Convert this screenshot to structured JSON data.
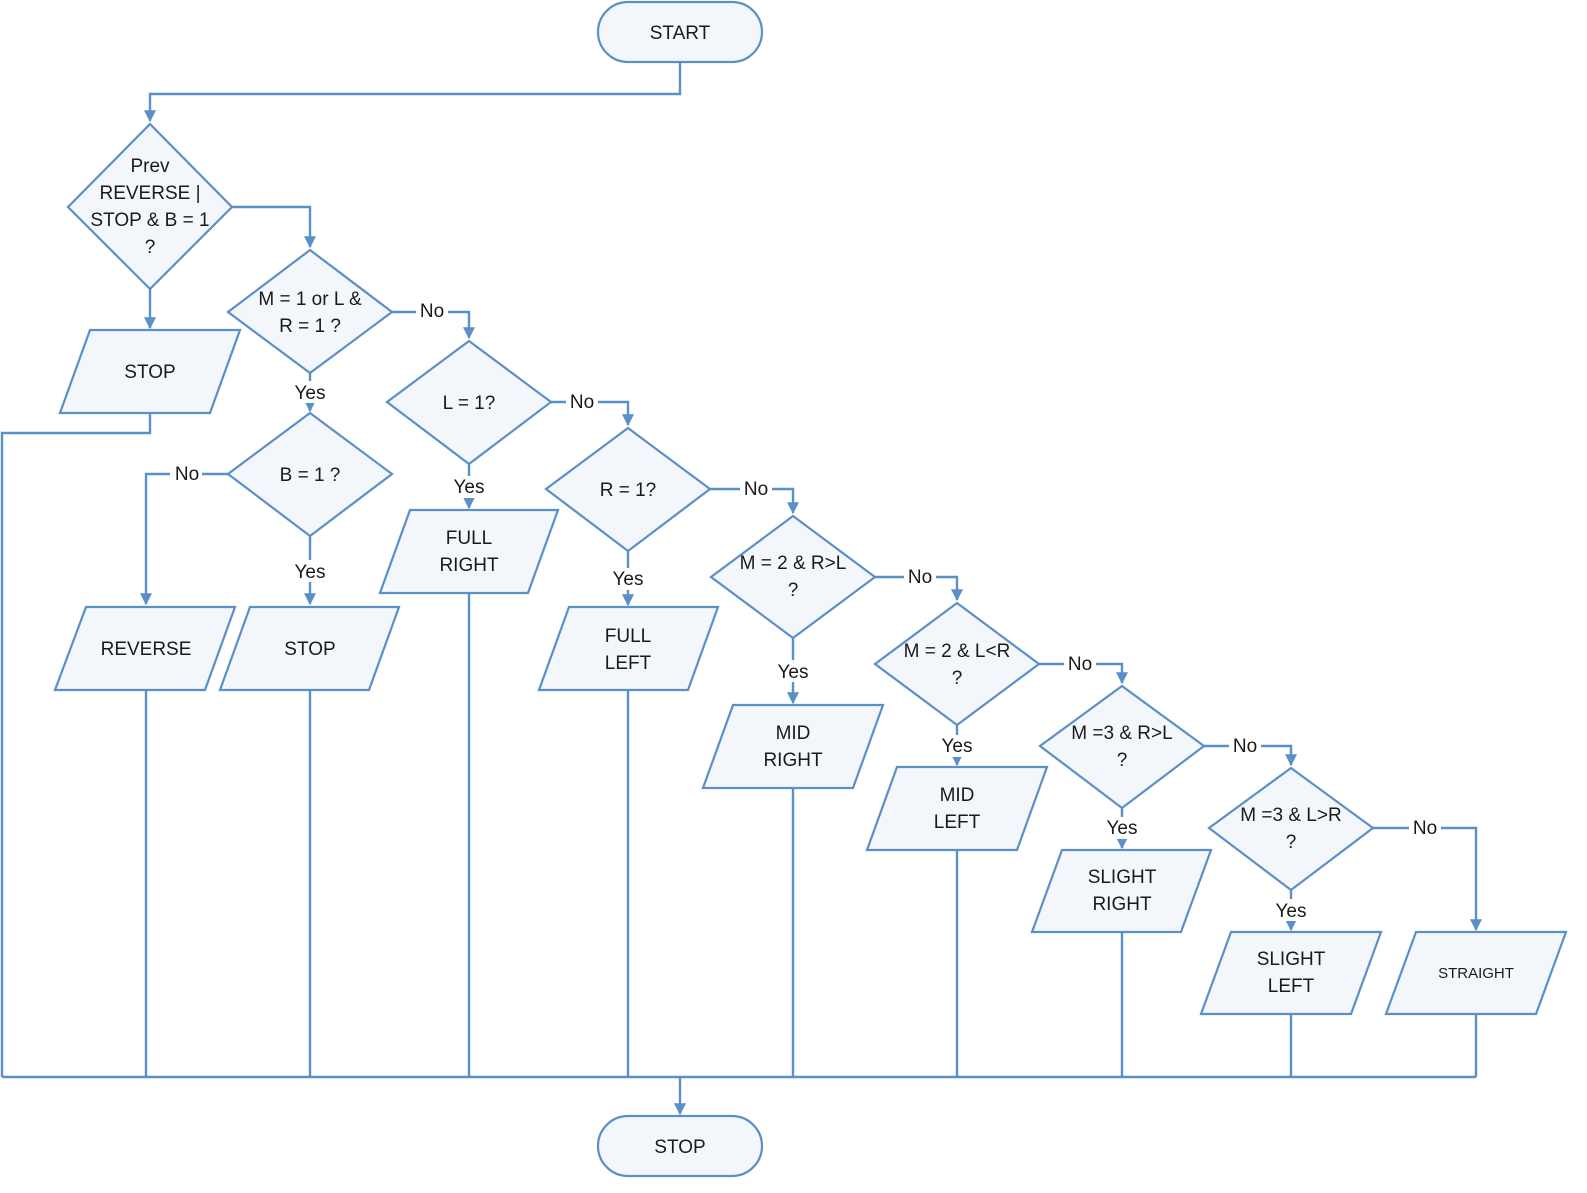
{
  "nodes": {
    "start": "START",
    "prev_check": [
      "Prev",
      "REVERSE |",
      "STOP & B = 1",
      "?"
    ],
    "stop_1": "STOP",
    "m1_check": [
      "M = 1 or L &",
      "R = 1 ?"
    ],
    "b1_check": "B = 1 ?",
    "reverse": "REVERSE",
    "stop_2": "STOP",
    "l1_check": "L = 1?",
    "full_right": [
      "FULL",
      "RIGHT"
    ],
    "r1_check": "R = 1?",
    "full_left": [
      "FULL",
      "LEFT"
    ],
    "m2_rl_check": [
      "M = 2 & R>L",
      "?"
    ],
    "mid_right": [
      "MID",
      "RIGHT"
    ],
    "m2_lr_check": [
      "M = 2 & L<R",
      "?"
    ],
    "mid_left": [
      "MID",
      "LEFT"
    ],
    "m3_rl_check": [
      "M =3 & R>L",
      "?"
    ],
    "slight_right": [
      "SLIGHT",
      "RIGHT"
    ],
    "m3_lr_check": [
      "M =3 & L>R",
      "?"
    ],
    "slight_left": [
      "SLIGHT",
      "LEFT"
    ],
    "straight": "STRAIGHT",
    "end": "STOP"
  },
  "edge_labels": {
    "yes": "Yes",
    "no": "No"
  }
}
